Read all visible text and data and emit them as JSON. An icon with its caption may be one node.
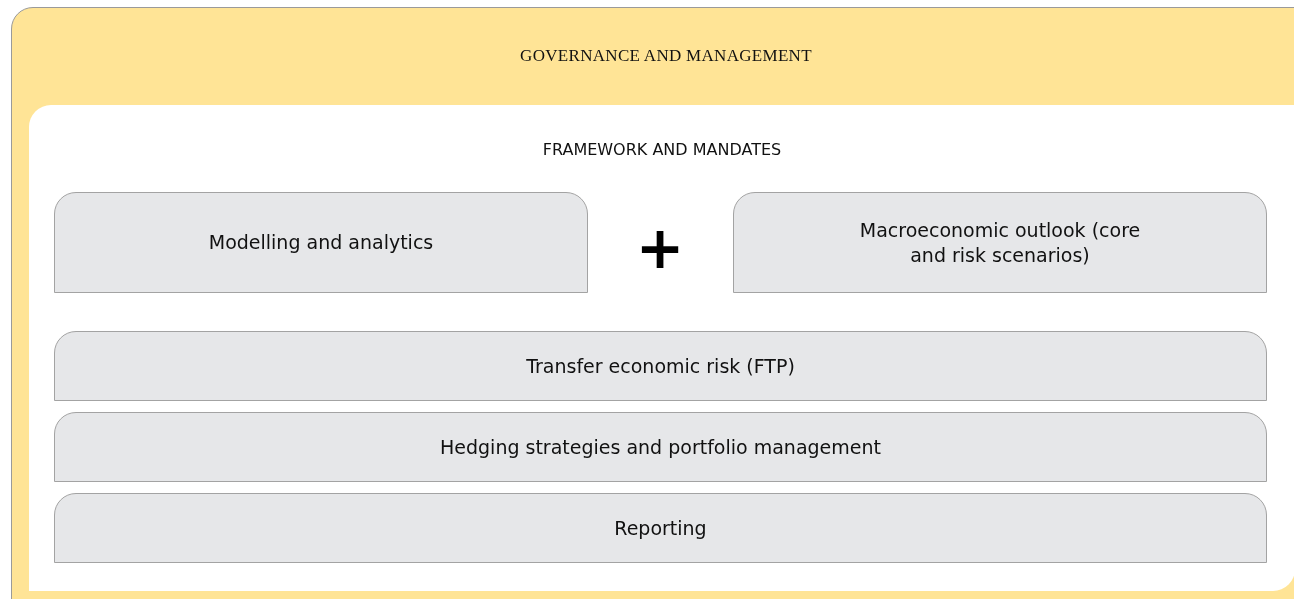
{
  "diagram": {
    "nodes": [
      {
        "text": [
          "GOVERNANCE AND MANAGEMENT"
        ]
      },
      {
        "text": [
          "FRAMEWORK AND MANDATES"
        ],
        "in": 0
      },
      {
        "text": [
          "Modelling and analytics"
        ],
        "in": 1
      },
      {
        "text": [
          "Macroeconomic outlook (core and risk scenarios)"
        ],
        "in": 1
      },
      {
        "text": [
          "Transfer economic risk (FTP)"
        ],
        "in": 1
      },
      {
        "text": [
          "Hedging strategies and portfolio management"
        ],
        "in": 1
      },
      {
        "text": [
          "Reporting"
        ],
        "in": 1
      }
    ],
    "labels": [
      "+"
    ]
  }
}
